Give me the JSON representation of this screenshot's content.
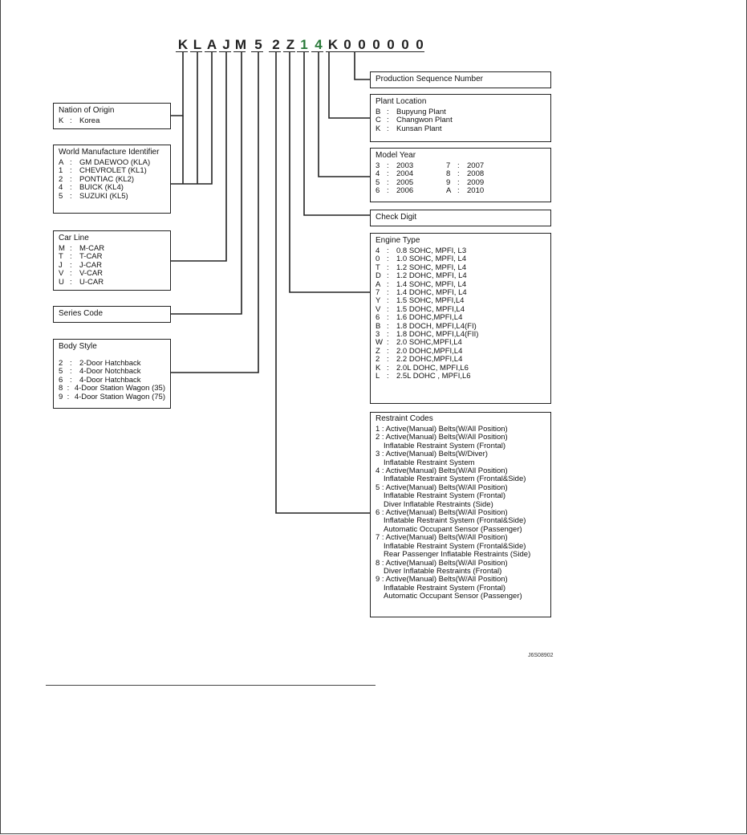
{
  "vin": {
    "characters": [
      "K",
      "L",
      "A",
      "J",
      "M",
      "5",
      "2",
      "Z",
      "1",
      "4",
      "K",
      "0",
      "0",
      "0",
      "0",
      "0",
      "0"
    ],
    "colors": {
      "black": "#222222",
      "green": "#2a7a3a"
    }
  },
  "production_sequence": {
    "title": "Production Sequence Number"
  },
  "plant_location": {
    "title": "Plant Location",
    "items": [
      {
        "code": "B",
        "sep": ":",
        "label": "Bupyung Plant"
      },
      {
        "code": "C",
        "sep": ":",
        "label": "Changwon Plant"
      },
      {
        "code": "K",
        "sep": ":",
        "label": "Kunsan Plant"
      }
    ]
  },
  "model_year": {
    "title": "Model Year",
    "rows": [
      {
        "c1": "3",
        "v1": "2003",
        "c2": "7",
        "v2": "2007"
      },
      {
        "c1": "4",
        "v1": "2004",
        "c2": "8",
        "v2": "2008"
      },
      {
        "c1": "5",
        "v1": "2005",
        "c2": "9",
        "v2": "2009"
      },
      {
        "c1": "6",
        "v1": "2006",
        "c2": "A",
        "v2": "2010"
      }
    ]
  },
  "check_digit": {
    "title": "Check Digit"
  },
  "engine_type": {
    "title": "Engine Type",
    "items": [
      {
        "code": "4",
        "sep": ":",
        "label": "0.8 SOHC, MPFI, L3"
      },
      {
        "code": "0",
        "sep": ":",
        "label": "1.0 SOHC, MPFI, L4"
      },
      {
        "code": "T",
        "sep": ":",
        "label": "1.2 SOHC, MPFI, L4"
      },
      {
        "code": "D",
        "sep": ":",
        "label": "1.2 DOHC, MPFI, L4"
      },
      {
        "code": "A",
        "sep": ":",
        "label": "1.4 SOHC, MPFI, L4"
      },
      {
        "code": "7",
        "sep": ":",
        "label": "1.4 DOHC, MPFI, L4"
      },
      {
        "code": "Y",
        "sep": ":",
        "label": "1.5 SOHC, MPFI,L4"
      },
      {
        "code": "V",
        "sep": ":",
        "label": "1.5 DOHC, MPFI,L4"
      },
      {
        "code": "6",
        "sep": ":",
        "label": "1.6 DOHC,MPFI,L4"
      },
      {
        "code": "B",
        "sep": ":",
        "label": "1.8 DOCH, MPFI,L4(FI)"
      },
      {
        "code": "3",
        "sep": ":",
        "label": "1.8 DOHC, MPFI,L4(FII)"
      },
      {
        "code": "W",
        "sep": ":",
        "label": "2.0 SOHC,MPFI,L4"
      },
      {
        "code": "Z",
        "sep": ":",
        "label": "2.0 DOHC,MPFI,L4"
      },
      {
        "code": "2",
        "sep": ":",
        "label": "2.2 DOHC,MPFI,L4"
      },
      {
        "code": "K",
        "sep": ":",
        "label": "2.0L DOHC, MPFI,L6"
      },
      {
        "code": "L",
        "sep": ":",
        "label": "2.5L DOHC , MPFI,L6"
      }
    ]
  },
  "restraint_codes": {
    "title": "Restraint Codes",
    "lines": [
      {
        "text": "1 : Active(Manual) Belts(W/All Position)",
        "sub": false
      },
      {
        "text": "2 : Active(Manual) Belts(W/All Position)",
        "sub": false
      },
      {
        "text": "Inflatable Restraint System (Frontal)",
        "sub": true
      },
      {
        "text": "3 : Active(Manual) Belts(W/Diver)",
        "sub": false
      },
      {
        "text": "Inflatable Restraint System",
        "sub": true
      },
      {
        "text": "4 : Active(Manual) Belts(W/All Position)",
        "sub": false
      },
      {
        "text": "Inflatable Restraint System (Frontal&Side)",
        "sub": true
      },
      {
        "text": "5 : Active(Manual) Belts(W/All Position)",
        "sub": false
      },
      {
        "text": "Inflatable Restraint System (Frontal)",
        "sub": true
      },
      {
        "text": "Diver Inflatable Restraints (Side)",
        "sub": true
      },
      {
        "text": "6 : Active(Manual) Belts(W/All Position)",
        "sub": false
      },
      {
        "text": "Inflatable Restraint System (Frontal&Side)",
        "sub": true
      },
      {
        "text": "Automatic Occupant Sensor (Passenger)",
        "sub": true
      },
      {
        "text": "7 : Active(Manual) Belts(W/All Position)",
        "sub": false
      },
      {
        "text": "Inflatable Restraint System (Frontal&Side)",
        "sub": true
      },
      {
        "text": "Rear Passenger Inflatable Restraints (Side)",
        "sub": true
      },
      {
        "text": "8 : Active(Manual) Belts(W/All Position)",
        "sub": false
      },
      {
        "text": "Diver Inflatable Restraints (Frontal)",
        "sub": true
      },
      {
        "text": "9 : Active(Manual) Belts(W/All Position)",
        "sub": false
      },
      {
        "text": "Inflatable Restraint System (Frontal)",
        "sub": true
      },
      {
        "text": "Automatic Occupant Sensor (Passenger)",
        "sub": true
      }
    ]
  },
  "nation_of_origin": {
    "title": "Nation of Origin",
    "items": [
      {
        "code": "K",
        "sep": ":",
        "label": "Korea"
      }
    ]
  },
  "world_manufacture": {
    "title": "World Manufacture Identifier",
    "items": [
      {
        "code": "A",
        "sep": ":",
        "label": "GM DAEWOO (KLA)"
      },
      {
        "code": "1",
        "sep": ":",
        "label": "CHEVROLET (KL1)"
      },
      {
        "code": "2",
        "sep": ":",
        "label": "PONTIAC (KL2)"
      },
      {
        "code": "4",
        "sep": ":",
        "label": "BUICK (KL4)"
      },
      {
        "code": "5",
        "sep": ":",
        "label": "SUZUKI (KL5)"
      }
    ]
  },
  "car_line": {
    "title": "Car Line",
    "items": [
      {
        "code": "M",
        "sep": ":",
        "label": "M-CAR"
      },
      {
        "code": "T",
        "sep": ":",
        "label": "T-CAR"
      },
      {
        "code": "J",
        "sep": ":",
        "label": "J-CAR"
      },
      {
        "code": "V",
        "sep": ":",
        "label": "V-CAR"
      },
      {
        "code": "U",
        "sep": ":",
        "label": "U-CAR"
      }
    ]
  },
  "series_code": {
    "title": "Series Code"
  },
  "body_style": {
    "title": "Body Style",
    "items": [
      {
        "code": "2",
        "sep": ":",
        "label": "2-Door Hatchback"
      },
      {
        "code": "5",
        "sep": ":",
        "label": "4-Door Notchback"
      },
      {
        "code": "6",
        "sep": ":",
        "label": "4-Door Hatchback"
      },
      {
        "code": "8",
        "sep": ":",
        "label": "4-Door Station Wagon (35)"
      },
      {
        "code": "9",
        "sep": ":",
        "label": "4-Door Station Wagon (75)"
      }
    ]
  },
  "figure_id": "J6S08902"
}
